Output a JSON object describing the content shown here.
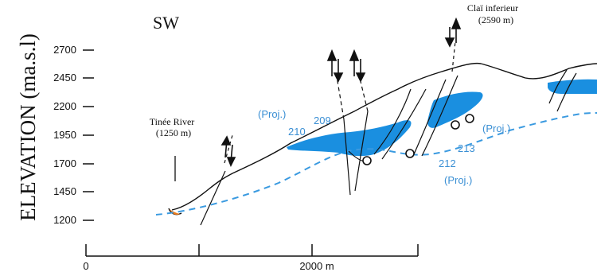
{
  "direction_label": "SW",
  "y_axis": {
    "title": "ELEVATION (ma.s.l)",
    "ticks": [
      "2700",
      "2450",
      "2200",
      "1950",
      "1700",
      "1450",
      "1200"
    ]
  },
  "x_axis": {
    "ticks": [
      "0",
      "2000 m"
    ]
  },
  "places": {
    "river_name": "Tinée River",
    "river_elev": "(1250 m)",
    "peak_name": "Claï inferieur",
    "peak_elev": "(2590 m)"
  },
  "samples": {
    "s209": "209",
    "s210": "210",
    "s212": "212",
    "s213": "213",
    "proj": "(Proj.)"
  },
  "colors": {
    "deposit_fill": "#1a8fe0",
    "sliding_surface": "#3a9ae0",
    "label_blue": "#3a8fd4",
    "river_orange": "#e87a1c",
    "line": "#111111"
  },
  "icons": [
    "fault-slip-arrows-icon",
    "sample-point-icon"
  ]
}
